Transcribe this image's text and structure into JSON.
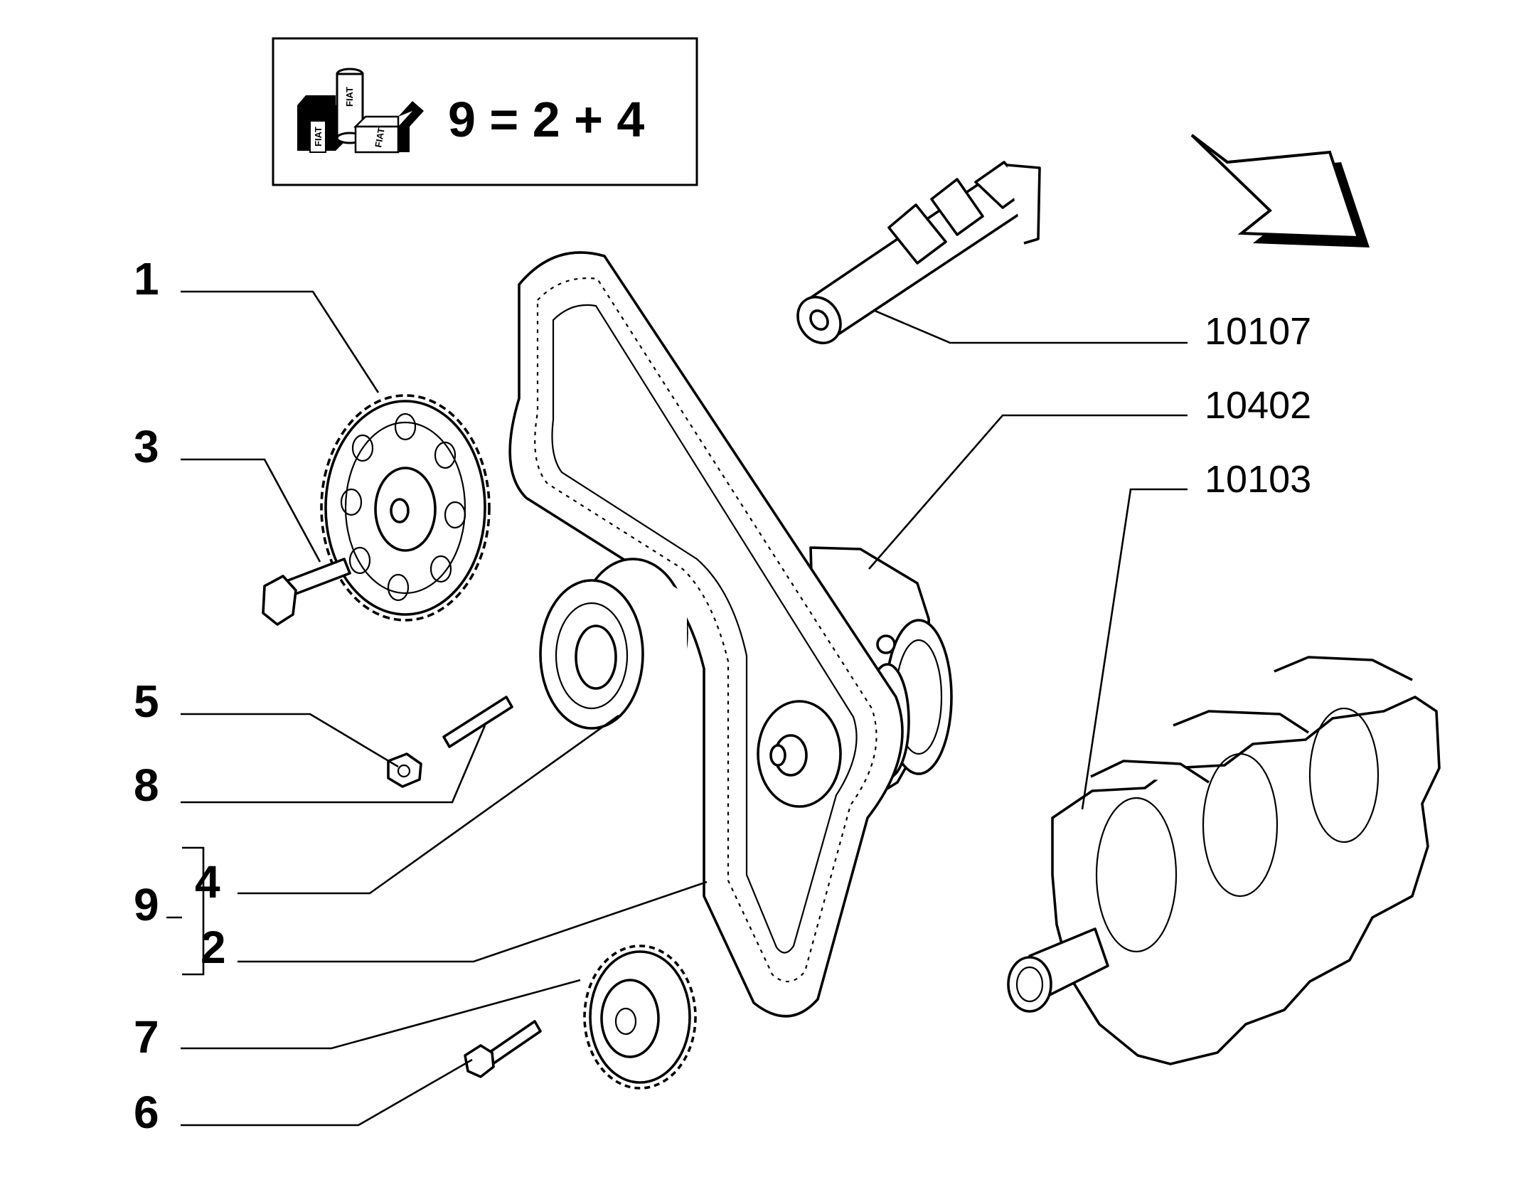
{
  "kit_box": {
    "formula": "9 = 2 + 4",
    "icon": "fiat-parts-kit-icon",
    "brand_marks": [
      "FIAT",
      "FIAT",
      "FIAT"
    ]
  },
  "callouts": [
    {
      "id": "1",
      "label": "1",
      "part": "camshaft-timing-pulley"
    },
    {
      "id": "3",
      "label": "3",
      "part": "pulley-bolt"
    },
    {
      "id": "5",
      "label": "5",
      "part": "tensioner-nut"
    },
    {
      "id": "8",
      "label": "8",
      "part": "tensioner-stud"
    },
    {
      "id": "9",
      "label": "9",
      "part": "timing-belt-kit"
    },
    {
      "id": "4",
      "label": "4",
      "part": "tensioner-roller"
    },
    {
      "id": "2",
      "label": "2",
      "part": "toothed-timing-belt"
    },
    {
      "id": "7",
      "label": "7",
      "part": "crankshaft-sprocket"
    },
    {
      "id": "6",
      "label": "6",
      "part": "sprocket-bolt"
    }
  ],
  "references": [
    {
      "id": "10107",
      "label": "10107",
      "part": "camshaft"
    },
    {
      "id": "10402",
      "label": "10402",
      "part": "engine-block-seal-plate"
    },
    {
      "id": "10103",
      "label": "10103",
      "part": "crankshaft"
    }
  ],
  "icons": [
    "direction-arrow-icon"
  ]
}
